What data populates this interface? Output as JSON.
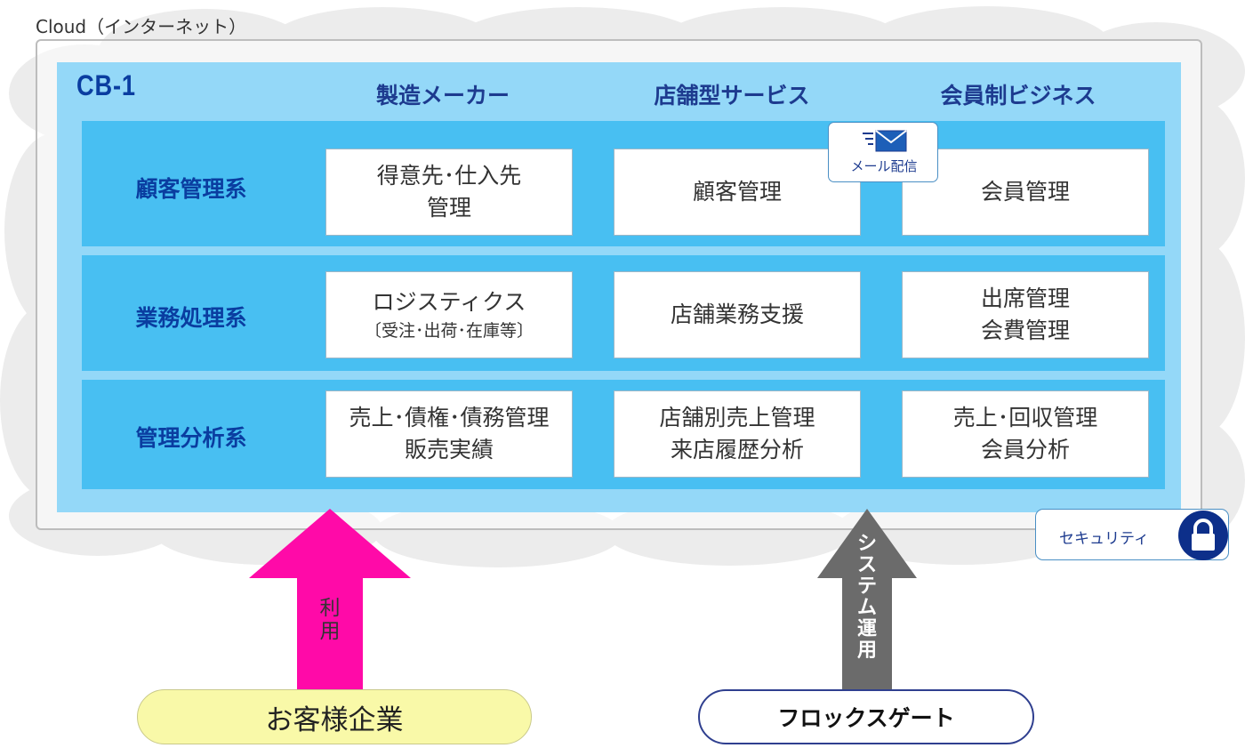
{
  "cloud_label": "Cloud（インターネット）",
  "panel_title": "CB-1",
  "columns": [
    "製造メーカー",
    "店舗型サービス",
    "会員制ビジネス"
  ],
  "rows": [
    {
      "label": "顧客管理系",
      "cells": [
        {
          "lines": [
            "得意先･仕入先",
            "管理"
          ],
          "sub": ""
        },
        {
          "lines": [
            "顧客管理"
          ],
          "sub": ""
        },
        {
          "lines": [
            "会員管理"
          ],
          "sub": ""
        }
      ]
    },
    {
      "label": "業務処理系",
      "cells": [
        {
          "lines": [
            "ロジスティクス"
          ],
          "sub": "〔受注･出荷･在庫等〕"
        },
        {
          "lines": [
            "店舗業務支援"
          ],
          "sub": ""
        },
        {
          "lines": [
            "出席管理",
            "会費管理"
          ],
          "sub": ""
        }
      ]
    },
    {
      "label": "管理分析系",
      "cells": [
        {
          "lines": [
            "売上･債権･債務管理",
            "販売実績"
          ],
          "sub": ""
        },
        {
          "lines": [
            "店舗別売上管理",
            "来店履歴分析"
          ],
          "sub": ""
        },
        {
          "lines": [
            "売上･回収管理",
            "会員分析"
          ],
          "sub": ""
        }
      ]
    }
  ],
  "mail_badge": {
    "label": "メール配信",
    "icon": "mail-icon"
  },
  "security_badge": {
    "label": "セキュリティ",
    "icon": "lock-icon"
  },
  "use_arrow": {
    "label": "利用",
    "color": "#ff0aa8"
  },
  "ops_arrow": {
    "label": "システム運用",
    "color": "#6b6b6b"
  },
  "customer": {
    "label": "お客様企業",
    "color": "#f9f9a8"
  },
  "operator": {
    "label": "フロックスゲート"
  },
  "colors": {
    "panel": "#94d8f8",
    "band": "#48bff2",
    "heading": "#1d3b8f",
    "accent": "#0a3da0"
  }
}
